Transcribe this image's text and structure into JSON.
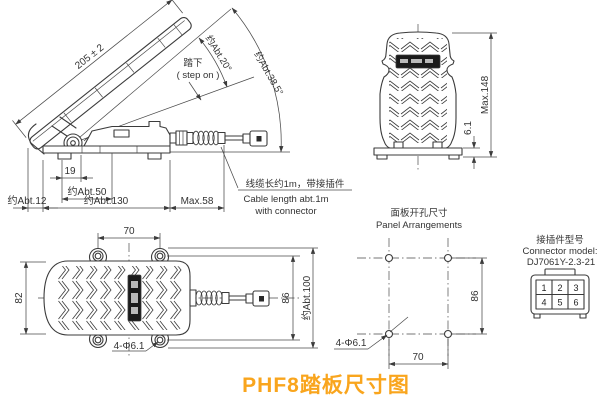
{
  "title": "PHF8踏板尺寸图",
  "colors": {
    "line": "#3b3b3b",
    "title": "#F9A51D",
    "badge": "#1a1a1a",
    "background": "#ffffff"
  },
  "side_view": {
    "pedal_length": "205 ± 2",
    "travel_angle": "约Abt.20°",
    "rest_angle": "约Abt.38.5°",
    "step_on_cn": "踏下",
    "step_on_en": "( step on )",
    "dim_19": "19",
    "dim_abt50": "约Abt.50",
    "dim_abt12": "约Abt.12",
    "dim_abt130": "约Abt.130",
    "dim_max58": "Max.58",
    "cable_note_cn": "线缆长约1m，带接插件",
    "cable_note_en1": "Cable length abt.1m",
    "cable_note_en2": "with connector"
  },
  "front_view": {
    "dim_height": "Max.148",
    "dim_base": "6.1"
  },
  "top_view": {
    "dim_hole_span_x": "70",
    "dim_body_width": "82",
    "dim_hole_span_y": "86",
    "dim_overall": "约Abt.100",
    "holes_label": "4-Φ6.1"
  },
  "panel": {
    "title_cn": "面板开孔尺寸",
    "title_en": "Panel Arrangements",
    "dim_vertical": "86",
    "dim_horizontal": "70",
    "holes_label": "4-Φ6.1"
  },
  "connector": {
    "title_cn": "接插件型号",
    "title_en": "Connector model:",
    "model": "DJ7061Y-2.3-21",
    "pins": [
      "1",
      "2",
      "3",
      "4",
      "5",
      "6"
    ]
  }
}
